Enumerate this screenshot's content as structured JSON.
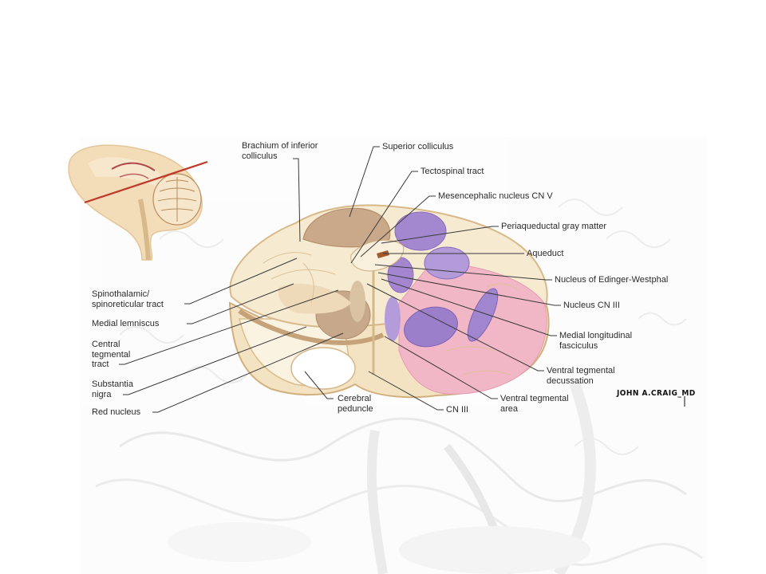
{
  "labels": {
    "brachium_inferior_colliculus": "Brachium of inferior\ncolliculus",
    "superior_colliculus": "Superior colliculus",
    "tectospinal_tract": "Tectospinal tract",
    "mesencephalic_nucleus": "Mesencephalic nucleus CN V",
    "periaqueductal_gray": "Periaqueductal gray matter",
    "aqueduct": "Aqueduct",
    "nucleus_edinger_westphal": "Nucleus of Edinger-Westphal",
    "nucleus_cn_iii": "Nucleus CN III",
    "medial_longitudinal_fasciculus": "Medial longitudinal\nfasciculus",
    "ventral_tegmental_decussation": "Ventral tegmental\ndecussation",
    "ventral_tegmental_area": "Ventral tegmental\narea",
    "cn_iii": "CN III",
    "cerebral_peduncle": "Cerebral\npeduncle",
    "spinothalamic_tract": "Spinothalamic/\nspinoreticular tract",
    "medial_lemniscus": "Medial lemniscus",
    "central_tegmental_tract": "Central\ntegmental\ntract",
    "substantia_nigra": "Substantia\nnigra",
    "red_nucleus": "Red nucleus"
  },
  "credit": "JOHN A.CRAIG_MD",
  "colors": {
    "cut_line": "#c0392b",
    "tissue_light": "#f6e9cf",
    "tissue_tan": "#e9d2a6",
    "brown_region": "#c9a98a",
    "purple_nuclei": "#9a7fc7",
    "pink_region": "#f2b8c8",
    "leader_line": "#3a3a3a"
  }
}
